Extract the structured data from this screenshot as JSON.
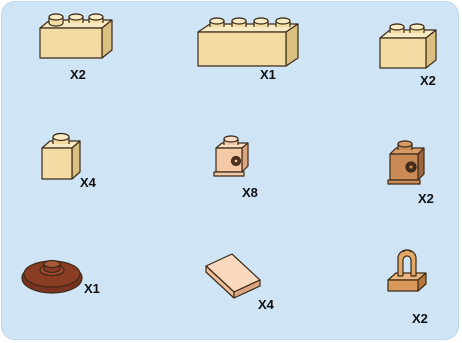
{
  "parts": [
    {
      "name": "brick-1x3",
      "quantity": "X2"
    },
    {
      "name": "brick-1x4",
      "quantity": "X1"
    },
    {
      "name": "brick-1x2",
      "quantity": "X2"
    },
    {
      "name": "brick-1x1",
      "quantity": "X4"
    },
    {
      "name": "headlight-brick-tan",
      "quantity": "X8"
    },
    {
      "name": "headlight-brick-dark-tan",
      "quantity": "X2"
    },
    {
      "name": "round-dish-dark-orange",
      "quantity": "X1"
    },
    {
      "name": "tile-1x2",
      "quantity": "X4"
    },
    {
      "name": "clip-plate",
      "quantity": "X2"
    }
  ],
  "colors": {
    "panel_bg": "#cfe5f6",
    "tan": "#f2dca4",
    "tan_top": "#f8ebc4",
    "tan_side": "#d9bf80",
    "light_tan": "#f5c9a6",
    "dark_tan": "#c98a55",
    "dark_orange": "#8a3d22",
    "outline": "#3b2a18"
  }
}
